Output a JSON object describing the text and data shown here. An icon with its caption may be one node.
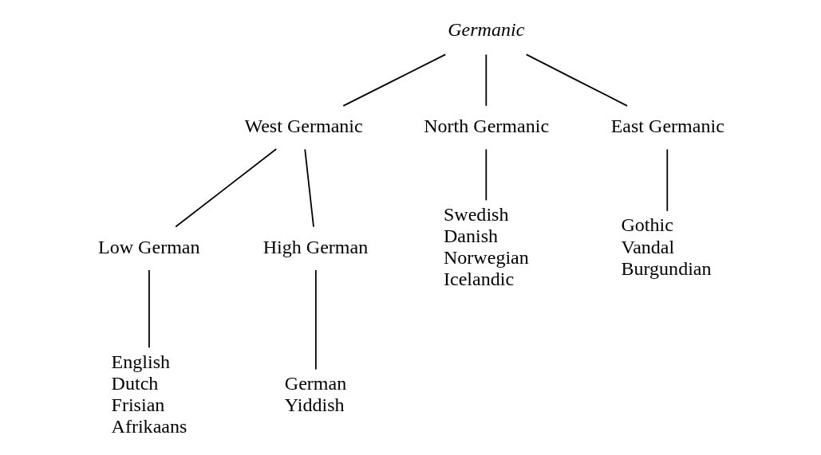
{
  "diagram": {
    "nodes": [
      {
        "text": [
          "Germanic"
        ]
      },
      {
        "text": [
          "West Germanic"
        ]
      },
      {
        "text": [
          "North Germanic"
        ]
      },
      {
        "text": [
          "East Germanic"
        ]
      },
      {
        "text": [
          "Low German"
        ]
      },
      {
        "text": [
          "High German"
        ]
      },
      {
        "text": [
          "Swedish",
          "Danish",
          "Norwegian",
          "Icelandic"
        ]
      },
      {
        "text": [
          "Gothic",
          "Vandal",
          "Burgundian"
        ]
      },
      {
        "text": [
          "English",
          "Dutch",
          "Frisian",
          "Afrikaans"
        ]
      },
      {
        "text": [
          "German",
          "Yiddish"
        ]
      }
    ],
    "edges": [
      {
        "from": 0,
        "to": 1,
        "arrow": "none"
      },
      {
        "from": 0,
        "to": 2,
        "arrow": "none"
      },
      {
        "from": 0,
        "to": 3,
        "arrow": "none"
      },
      {
        "from": 1,
        "to": 4,
        "arrow": "none"
      },
      {
        "from": 1,
        "to": 5,
        "arrow": "none"
      },
      {
        "from": 2,
        "to": 6,
        "arrow": "none"
      },
      {
        "from": 3,
        "to": 7,
        "arrow": "none"
      },
      {
        "from": 4,
        "to": 8,
        "arrow": "none"
      },
      {
        "from": 5,
        "to": 9,
        "arrow": "none"
      }
    ]
  }
}
